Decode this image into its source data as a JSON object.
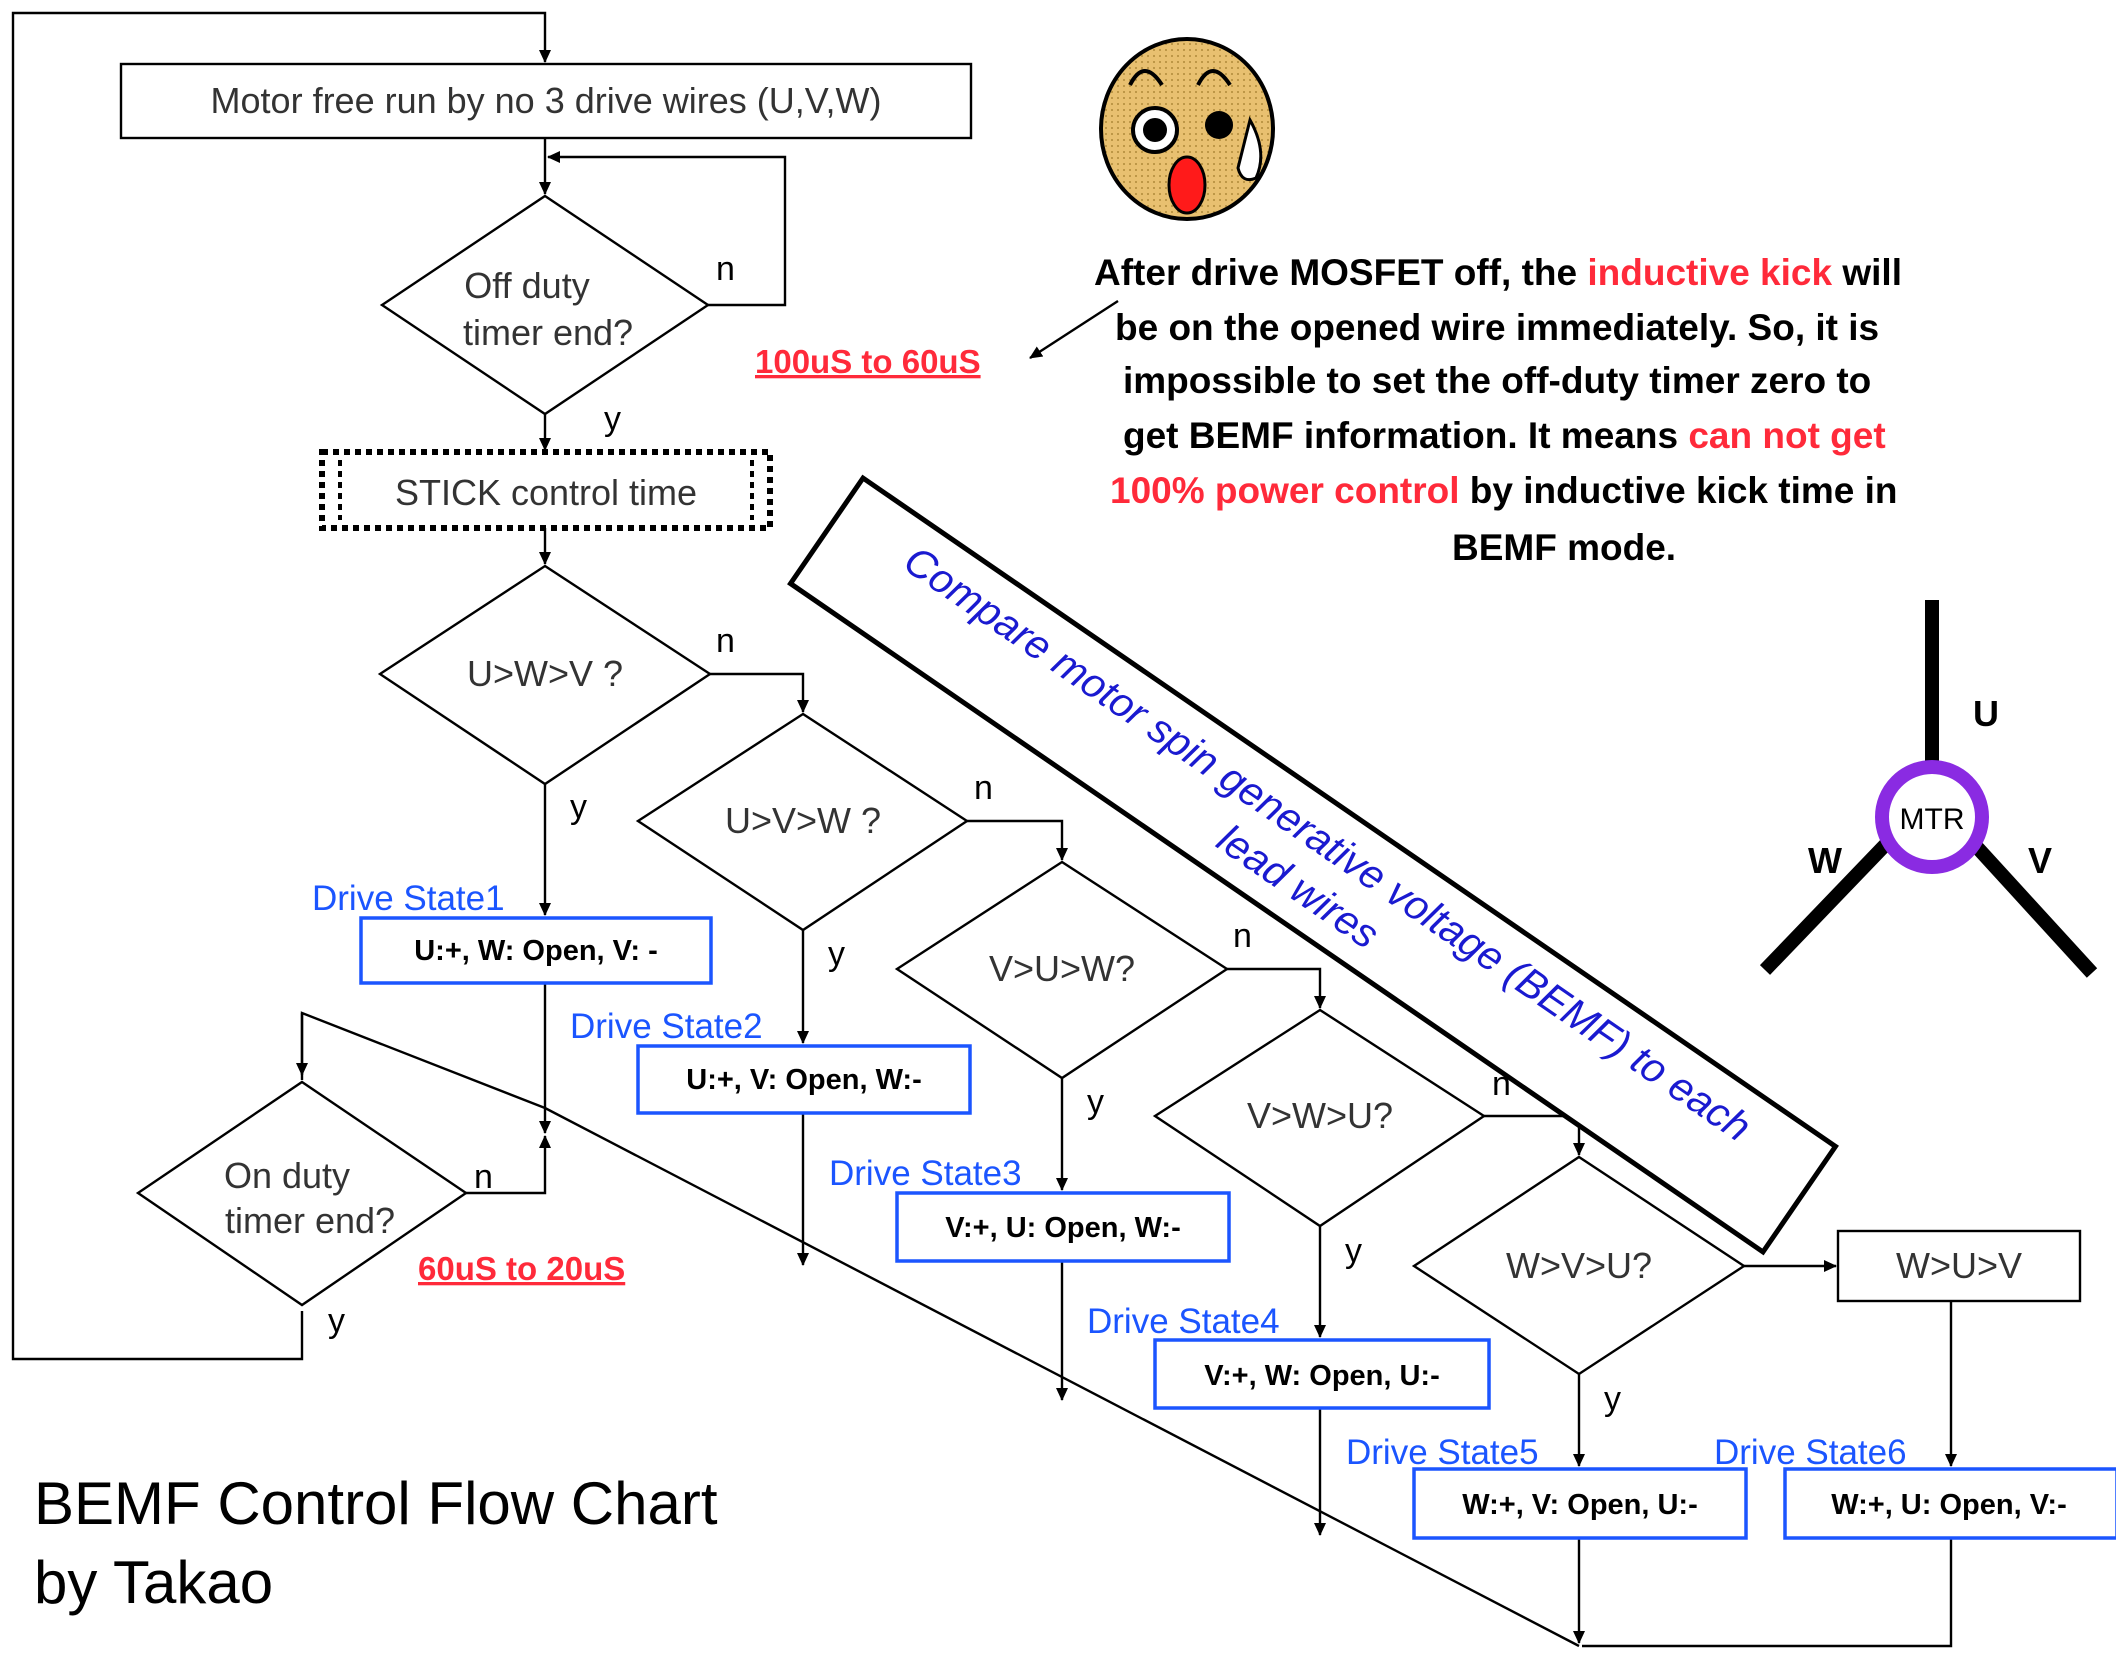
{
  "title": {
    "line1": "BEMF Control Flow Chart",
    "line2": "by Takao"
  },
  "steps": {
    "free_run": "Motor free run by no 3 drive wires (U,V,W)",
    "off_duty_1": "Off duty",
    "off_duty_2": "timer end?",
    "stick": "STICK control time",
    "on_duty_1": "On duty",
    "on_duty_2": "timer end?"
  },
  "branch_labels": {
    "yes": "y",
    "no": "n"
  },
  "timers": {
    "off_duty": "100uS to 60uS",
    "on_duty": "60uS to 20uS"
  },
  "decisions": [
    "U>W>V ?",
    "U>V>W ?",
    "V>U>W?",
    "V>W>U?",
    "W>V>U?"
  ],
  "last_case": "W>U>V",
  "drive_states": [
    {
      "label": "Drive State1",
      "command": "U:+, W: Open, V: -"
    },
    {
      "label": "Drive State2",
      "command": "U:+, V: Open, W:-"
    },
    {
      "label": "Drive State3",
      "command": "V:+, U: Open, W:-"
    },
    {
      "label": "Drive State4",
      "command": "V:+, W: Open, U:-"
    },
    {
      "label": "Drive State5",
      "command": "W:+, V: Open, U:-"
    },
    {
      "label": "Drive State6",
      "command": "W:+, U: Open, V:-"
    }
  ],
  "note": {
    "line1_a": "After drive MOSFET off, the ",
    "line1_red": "inductive kick",
    "line1_b": " will",
    "line2": "be on the opened wire immediately. So, it is",
    "line3": "impossible to set  the off-duty timer zero to",
    "line4_a": "get BEMF information. It means ",
    "line4_red": "can not get",
    "line5_red": "100% power control",
    "line5_b": " by inductive kick time in",
    "line6": "BEMF mode."
  },
  "compare_box": {
    "line1": "Compare motor spin generative voltage (BEMF) to each",
    "line2": "lead wires"
  },
  "motor": {
    "center": "MTR",
    "u": "U",
    "v": "V",
    "w": "W",
    "ring_color": "#8a2be2"
  },
  "colors": {
    "blue": "#1b55ff",
    "red": "#ff2a3a",
    "face": "#e8c070"
  }
}
